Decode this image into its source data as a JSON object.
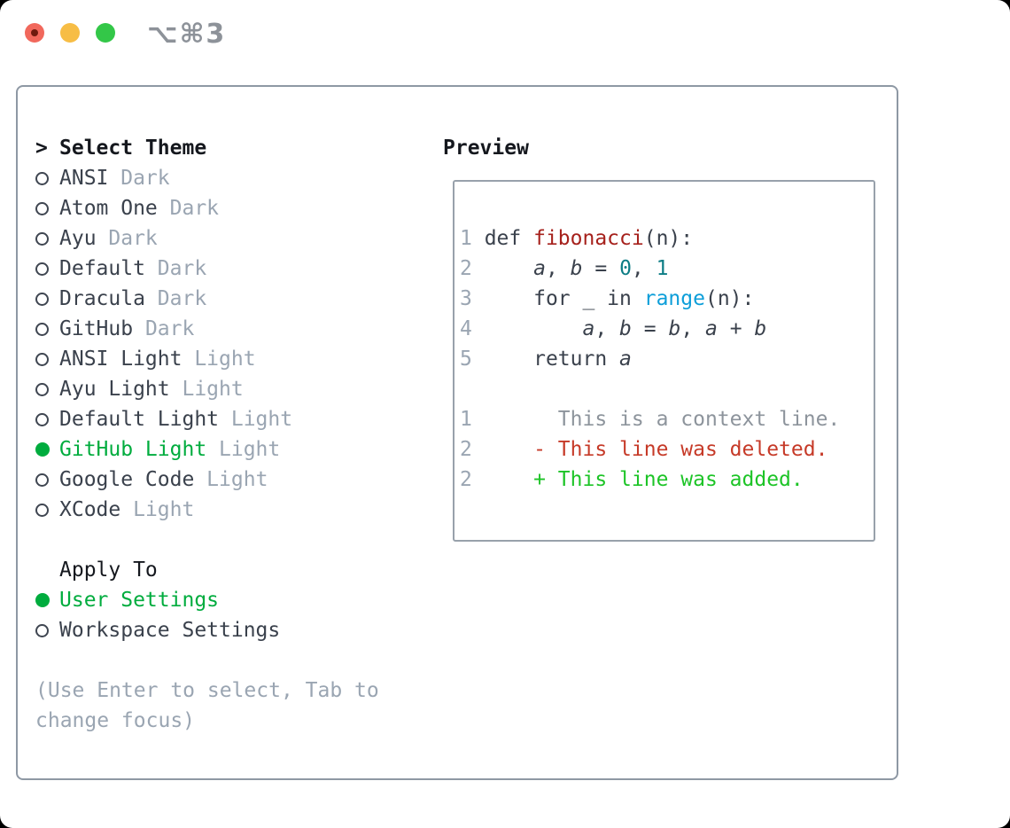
{
  "titlebar": {
    "shortcut": "⌥⌘3",
    "traffic_lights": [
      "close",
      "minimize",
      "zoom"
    ]
  },
  "theme_panel": {
    "header": {
      "prompt": ">",
      "title": "Select Theme"
    },
    "items": [
      {
        "name": "ANSI",
        "variant": "Dark",
        "selected": false
      },
      {
        "name": "Atom One",
        "variant": "Dark",
        "selected": false
      },
      {
        "name": "Ayu",
        "variant": "Dark",
        "selected": false
      },
      {
        "name": "Default",
        "variant": "Dark",
        "selected": false
      },
      {
        "name": "Dracula",
        "variant": "Dark",
        "selected": false
      },
      {
        "name": "GitHub",
        "variant": "Dark",
        "selected": false
      },
      {
        "name": "ANSI Light",
        "variant": "Light",
        "selected": false
      },
      {
        "name": "Ayu Light",
        "variant": "Light",
        "selected": false
      },
      {
        "name": "Default Light",
        "variant": "Light",
        "selected": false
      },
      {
        "name": "GitHub Light",
        "variant": "Light",
        "selected": true
      },
      {
        "name": "Google Code",
        "variant": "Light",
        "selected": false
      },
      {
        "name": "XCode",
        "variant": "Light",
        "selected": false
      }
    ],
    "apply_to": {
      "title": "Apply To",
      "options": [
        {
          "name": "User Settings",
          "selected": true
        },
        {
          "name": "Workspace Settings",
          "selected": false
        }
      ]
    },
    "hint_lines": [
      "(Use Enter to select, Tab to",
      "change focus)"
    ]
  },
  "preview": {
    "title": "Preview",
    "code_lines": [
      {
        "num": "1",
        "segs": [
          [
            "def ",
            "plain"
          ],
          [
            "fibonacci",
            "func"
          ],
          [
            "(n):",
            "plain"
          ]
        ]
      },
      {
        "num": "2",
        "segs": [
          [
            "    ",
            "plain"
          ],
          [
            "a",
            "var"
          ],
          [
            ", ",
            "plain"
          ],
          [
            "b",
            "var"
          ],
          [
            " = ",
            "plain"
          ],
          [
            "0",
            "num"
          ],
          [
            ", ",
            "plain"
          ],
          [
            "1",
            "num"
          ]
        ]
      },
      {
        "num": "3",
        "segs": [
          [
            "    for _ in ",
            "plain"
          ],
          [
            "range",
            "builtin"
          ],
          [
            "(n):",
            "plain"
          ]
        ]
      },
      {
        "num": "4",
        "segs": [
          [
            "        ",
            "plain"
          ],
          [
            "a",
            "var"
          ],
          [
            ", ",
            "plain"
          ],
          [
            "b",
            "var"
          ],
          [
            " = ",
            "plain"
          ],
          [
            "b",
            "var"
          ],
          [
            ", ",
            "plain"
          ],
          [
            "a",
            "var"
          ],
          [
            " + ",
            "plain"
          ],
          [
            "b",
            "var"
          ]
        ]
      },
      {
        "num": "5",
        "segs": [
          [
            "    return ",
            "plain"
          ],
          [
            "a",
            "var"
          ]
        ]
      },
      {
        "num": "",
        "segs": []
      },
      {
        "num": "1",
        "segs": [
          [
            "      This is a context line.",
            "context"
          ]
        ]
      },
      {
        "num": "2",
        "segs": [
          [
            "    - This line was deleted.",
            "del"
          ]
        ]
      },
      {
        "num": "2",
        "segs": [
          [
            "    + This line was added.",
            "add"
          ]
        ]
      }
    ]
  },
  "colors": {
    "accent_green": "#00ac3e",
    "added_green": "#1dc427",
    "deleted_red": "#c63a28",
    "function_red": "#a6211c",
    "number_teal": "#0d7d85",
    "builtin_blue": "#0d9ed9",
    "muted_gray": "#9aa5b2",
    "text_dark": "#3a414c",
    "panel_border": "#8e98a4",
    "traffic_red": "#f1685c",
    "traffic_yellow": "#f7bd45",
    "traffic_green": "#33c748"
  }
}
